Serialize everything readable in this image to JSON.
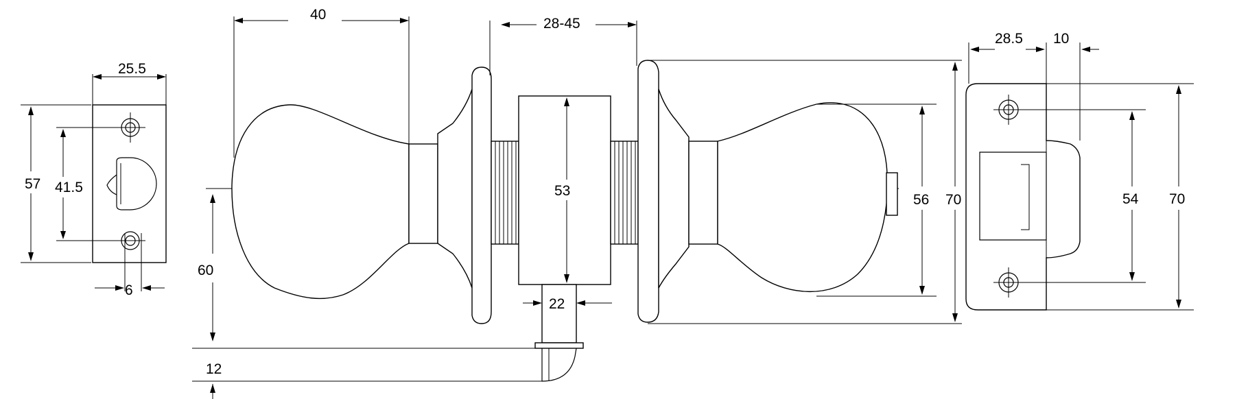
{
  "dimensions": {
    "latch_width": "25.5",
    "latch_height": "57",
    "latch_hole_spacing": "41.5",
    "latch_bolt_width": "6",
    "knob_length": "40",
    "door_thickness": "28-45",
    "knob_center_height": "60",
    "chassis_height": "53",
    "spindle_width": "22",
    "spindle_offset": "12",
    "knob_diameter": "56",
    "rose_diameter": "70",
    "strike_width": "28.5",
    "strike_lip": "10",
    "strike_hole_spacing": "54",
    "strike_height": "70"
  }
}
